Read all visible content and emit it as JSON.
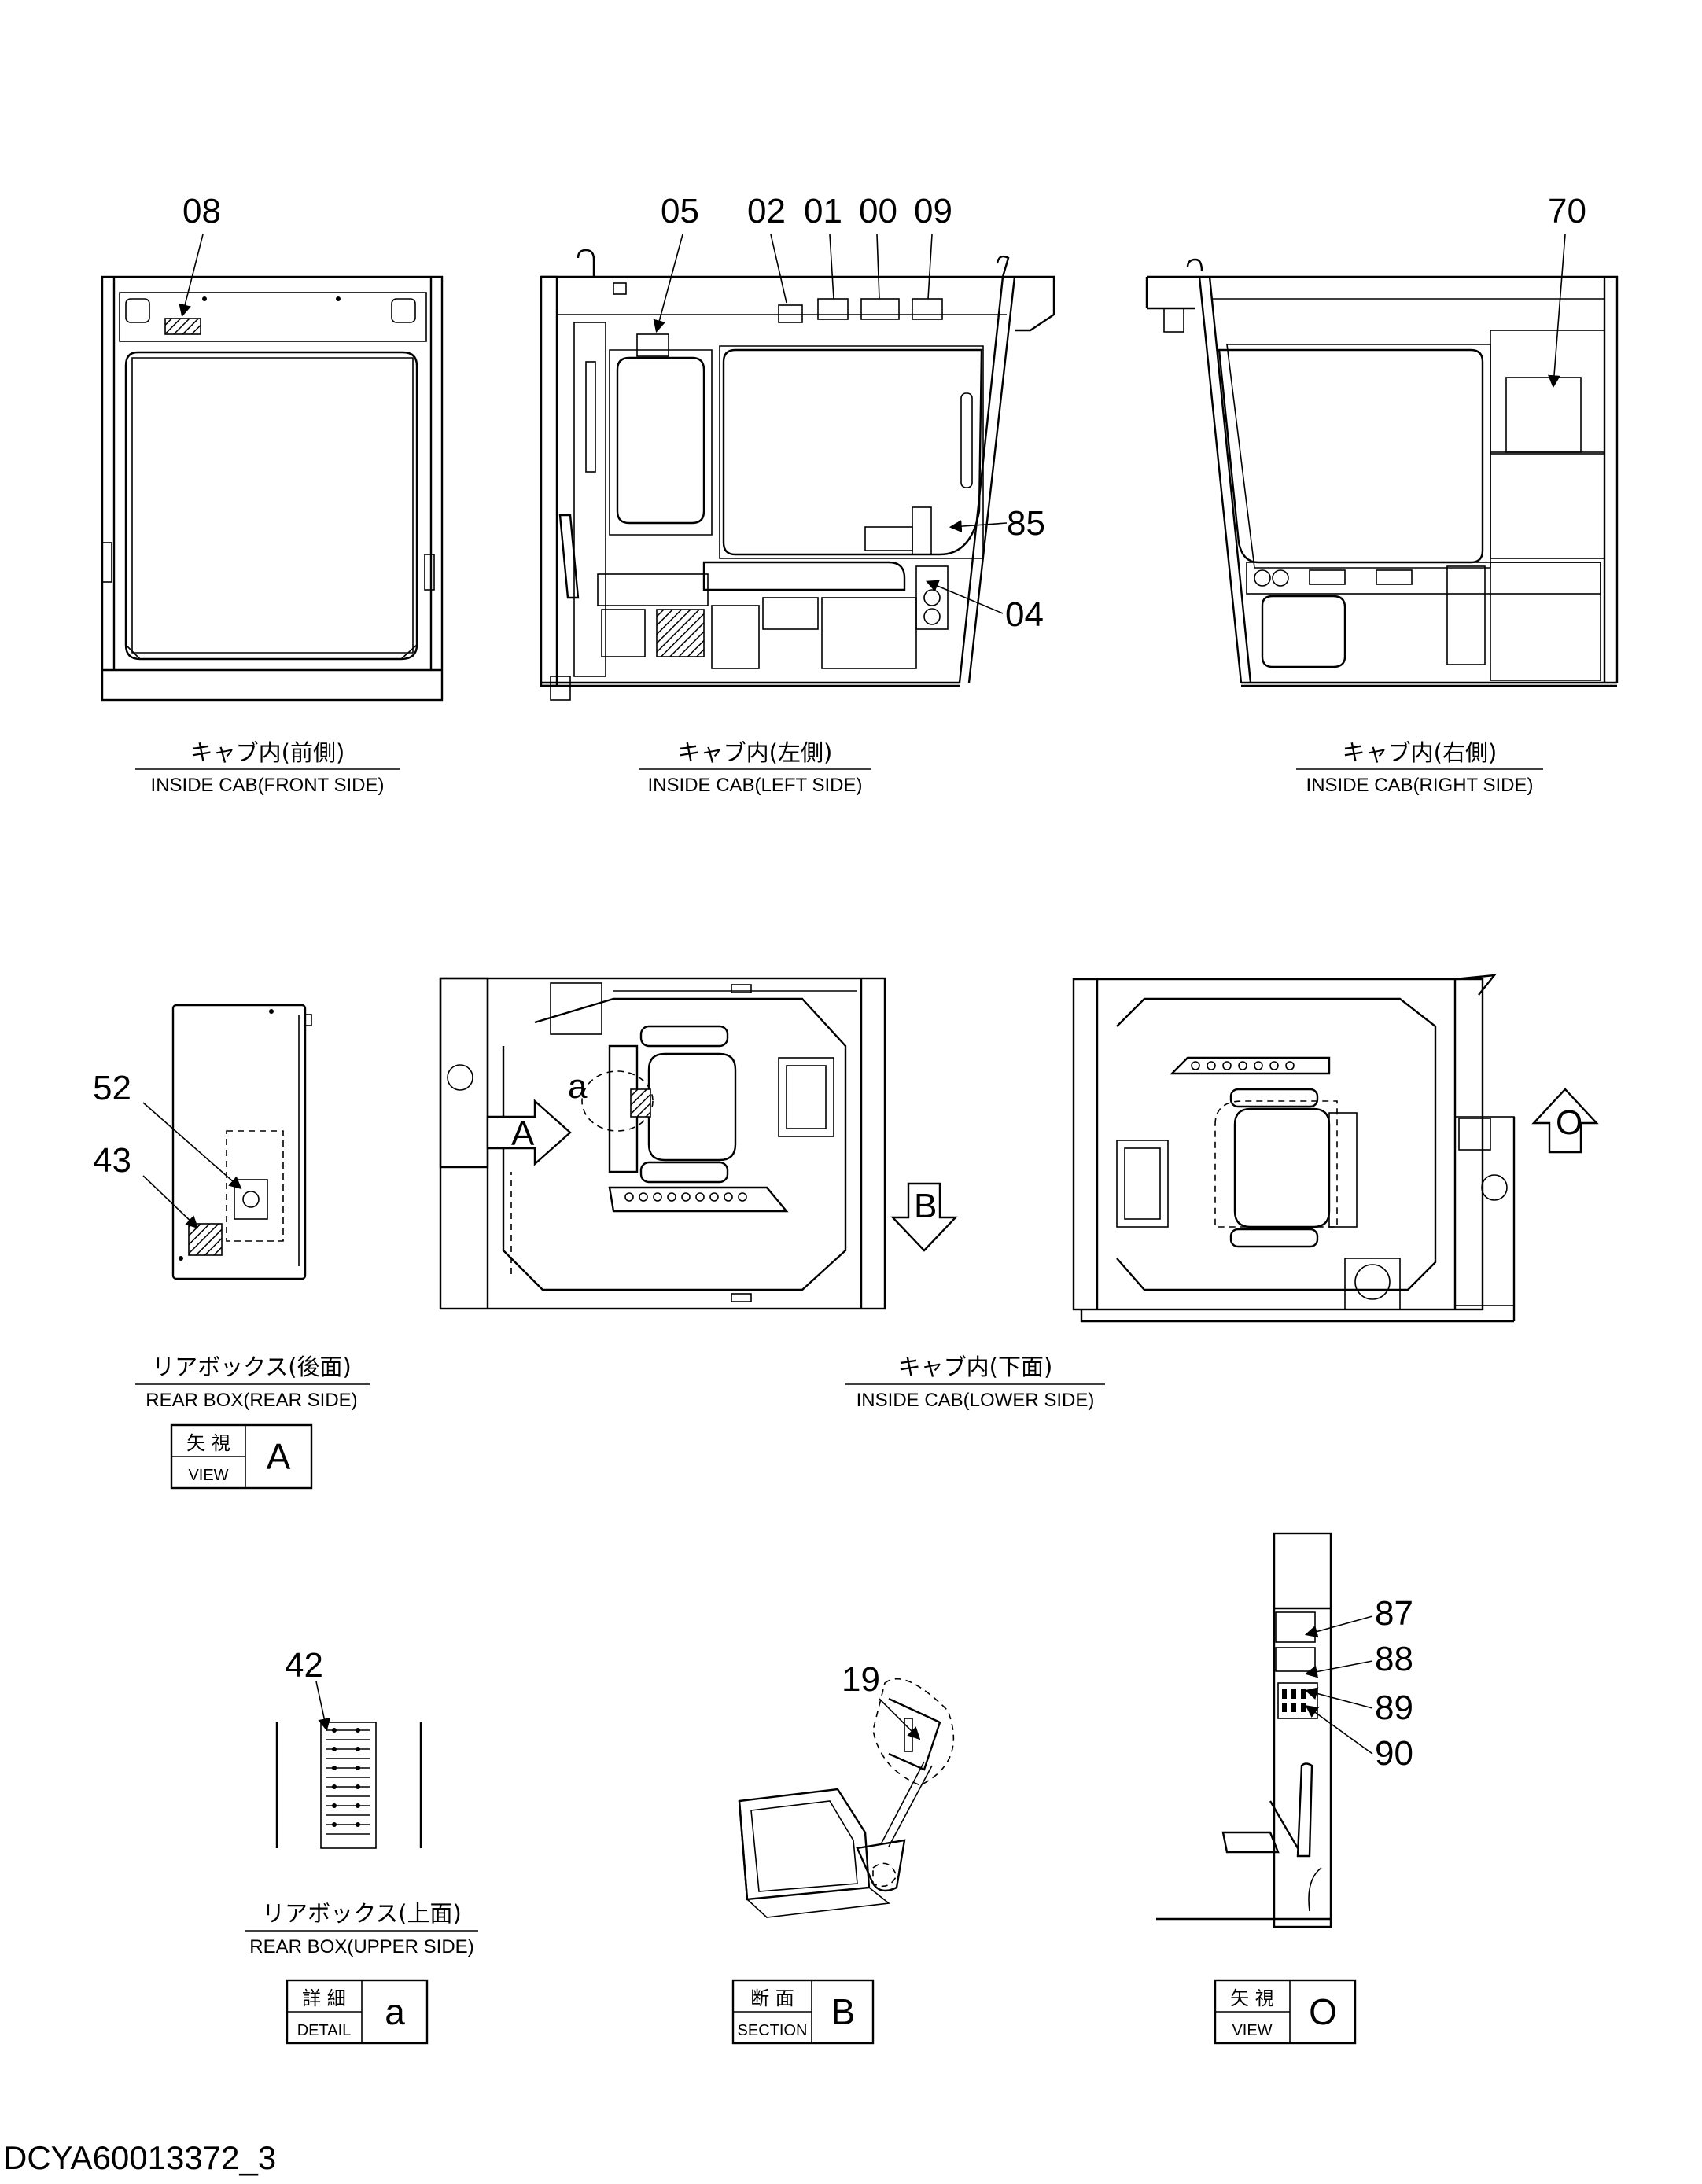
{
  "document_code": "DCYA60013372_3",
  "callouts": {
    "c08": "08",
    "c05": "05",
    "c02": "02",
    "c01": "01",
    "c00": "00",
    "c09": "09",
    "c70": "70",
    "c85": "85",
    "c04": "04",
    "c52": "52",
    "c43": "43",
    "c42": "42",
    "c19": "19",
    "c87": "87",
    "c88": "88",
    "c89": "89",
    "c90": "90"
  },
  "markers": {
    "arrow_a": "A",
    "arrow_b": "B",
    "arrow_o": "O",
    "detail_a": "a"
  },
  "captions": {
    "front_jp": "キャブ内(前側)",
    "front_en": "INSIDE CAB(FRONT SIDE)",
    "left_jp": "キャブ内(左側)",
    "left_en": "INSIDE CAB(LEFT SIDE)",
    "right_jp": "キャブ内(右側)",
    "right_en": "INSIDE CAB(RIGHT SIDE)",
    "rear_jp": "リアボックス(後面)",
    "rear_en": "REAR BOX(REAR SIDE)",
    "lower_jp": "キャブ内(下面)",
    "lower_en": "INSIDE CAB(LOWER SIDE)",
    "upper_jp": "リアボックス(上面)",
    "upper_en": "REAR BOX(UPPER SIDE)"
  },
  "view_boxes": {
    "view_a": {
      "jp": "矢 視",
      "en": "VIEW",
      "letter": "A"
    },
    "detail_a": {
      "jp": "詳 細",
      "en": "DETAIL",
      "letter": "a"
    },
    "section_b": {
      "jp": "断 面",
      "en": "SECTION",
      "letter": "B"
    },
    "view_o": {
      "jp": "矢 視",
      "en": "VIEW",
      "letter": "O"
    }
  }
}
